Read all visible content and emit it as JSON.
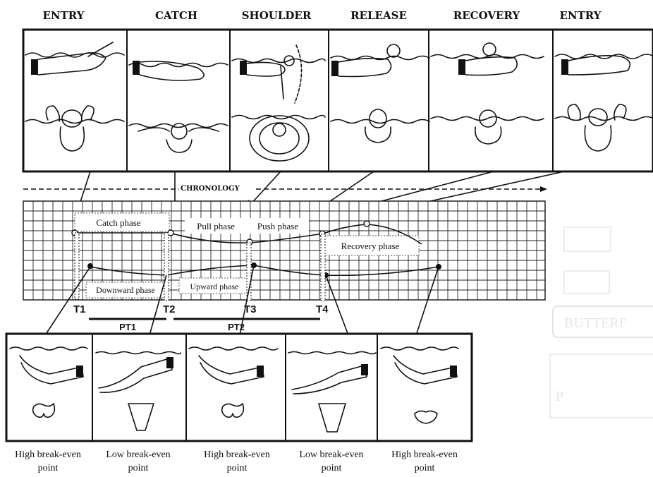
{
  "stroke_phases": [
    "ENTRY",
    "CATCH",
    "SHOULDER",
    "RELEASE",
    "RECOVERY",
    "ENTRY"
  ],
  "timeline": {
    "label": "CHRONOLOGY"
  },
  "phases": {
    "catch": "Catch phase",
    "pull": "Pull phase",
    "push": "Push phase",
    "recovery": "Recovery phase",
    "downward": "Downward phase",
    "upward": "Upward phase"
  },
  "time_markers": [
    "T1",
    "T2",
    "T3",
    "T4"
  ],
  "periods": [
    "PT1",
    "PT2"
  ],
  "leg_positions": [
    {
      "line1": "High break-even",
      "line2": "point"
    },
    {
      "line1": "Low break-even",
      "line2": "point"
    },
    {
      "line1": "High break-even",
      "line2": "point"
    },
    {
      "line1": "Low break-even",
      "line2": "point"
    },
    {
      "line1": "High break-even",
      "line2": "point"
    }
  ],
  "side_fragment": {
    "text": "BUTTERF",
    "fragment": "P"
  }
}
